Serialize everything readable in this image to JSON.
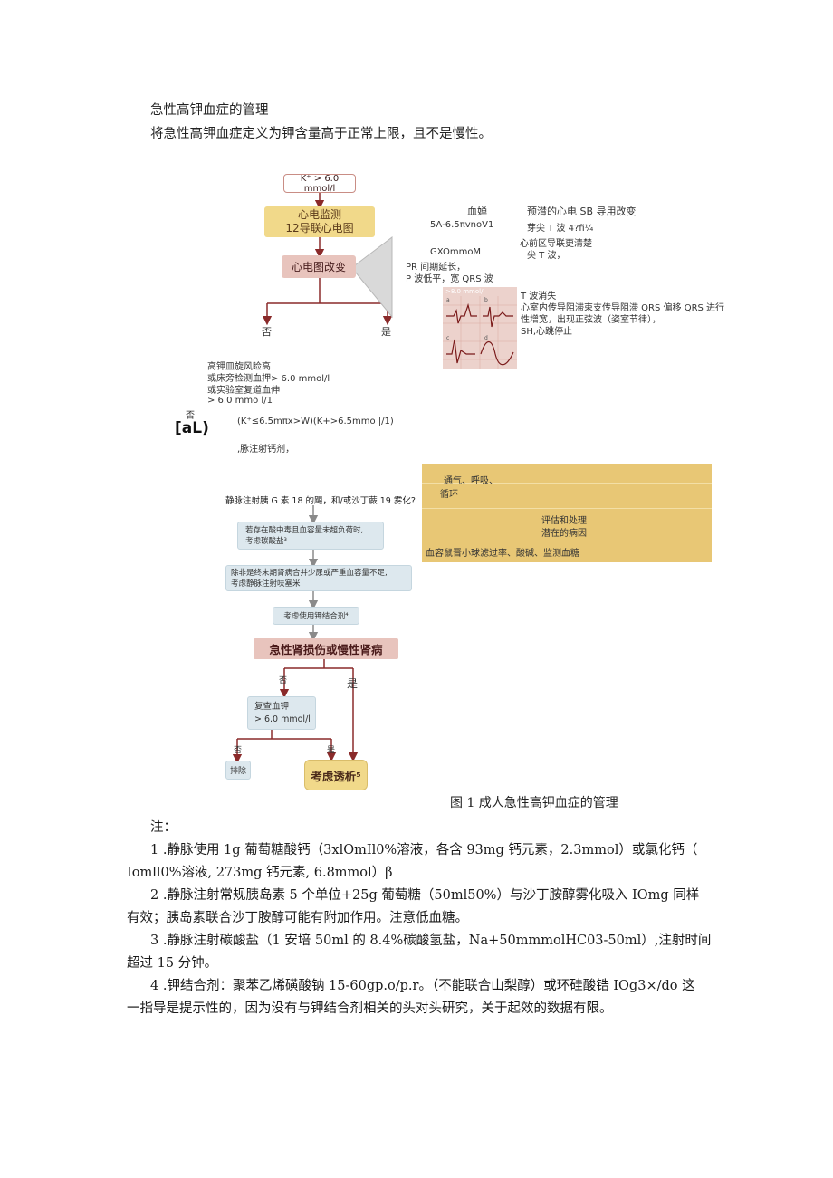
{
  "heading": "急性高钾血症的管理",
  "intro": "将急性高钾血症定义为钾含量高于正常上限，且不是慢性。",
  "flow_top": {
    "k_box": "K⁺ > 6.0 mmol/l",
    "monitor_line1": "心电监测",
    "monitor_line2": "12导联心电图",
    "ecg_change": "心电图改变",
    "no": "否",
    "yes": "是"
  },
  "ecg_panel": {
    "col_serum": "血婵",
    "col_change": "预潸的心电 SB 导用改变",
    "row1_serum": "5Λ-6.5πvnoV1",
    "row1_change": "芽尖 T 波 4?fi¼",
    "row2_change": "心前区导联更清楚",
    "row3_change": "尖 T 波，",
    "row4_serum": "GXOmmoM",
    "row5": "PR 间期延长，",
    "row6": "P 波低平，宽 QRS 波",
    "strip_label": ">8.0 mmol/l",
    "row7": "T 波消失",
    "row8": "心室内传导阻滞束支传导阻滞 QRS 偏移 QRS 进行",
    "row9": "性增宽，出现正弦波（姿室节律），",
    "row10": "SH,心跳停止"
  },
  "risk": {
    "line1": "高钾皿旋风睑高",
    "line2": "或床旁检测血押> 6.0 mmol/l",
    "line3": "或实验室复道血伸",
    "line4": "> 6.0 mmo l/1",
    "no": "否",
    "al": "[aL)",
    "k_range": "(K⁺≤6.5mπx>W)(K+>6.5mmo |/1)",
    "calcium": ",脉注射钙剂，"
  },
  "yellow_panel": {
    "line1": "通气、呼吸、",
    "line2": "循环",
    "line3": "评估和处理",
    "line4": "潜在的病因",
    "line5": "血容鼠晋小球滤过率、酸碱、监测血糖"
  },
  "flow_bottom": {
    "insulin": "静脉注射胰 G 素 18 的飓，和/或沙丁蕨 19 雾化?",
    "bicarb_line1": "若存在酸中毒且血容量未超负荷时,",
    "bicarb_line2": "考虑碳酸盐³",
    "loop_line1": "除非是终末期肾病合并少尿或严重血容量不足,",
    "loop_line2": "考虑静脉注射呋塞米",
    "binder": "考虑使用钾结合剂⁴",
    "aki": "急性肾损伤或慢性肾病",
    "no": "否",
    "yes": "是",
    "recheck_line1": "复查血钾",
    "recheck_line2": "> 6.0 mmol/l",
    "no2": "否",
    "yes2": "是",
    "exclude": "排除",
    "dialysis": "考虑透析⁵"
  },
  "caption": "图 1 成人急性高钾血症的管理",
  "notes": {
    "label": "注：",
    "n1a": "1  .静脉使用 1g 葡萄糖酸钙（3xlOmIl0%溶液，各含 93mg 钙元素，2.3mmol）或氯化钙（",
    "n1b": "Iomll0%溶液, 273mg 钙元素, 6.8mmol）β",
    "n2a": "2  .静脉注射常规胰岛素 5 个单位+25g 葡萄糖（50ml50%）与沙丁胺醇雾化吸入 IOmg 同样",
    "n2b": "有效；胰岛素联合沙丁胺醇可能有附加作用。注意低血糖。",
    "n3a": "3  .静脉注射碳酸盐（1 安培 50ml 的 8.4%碳酸氢盐，Na+50mmmolHC03-50ml）,注射时间",
    "n3b": "超过 15 分钟。",
    "n4a": "4  .钾结合剂：聚苯乙烯磺酸钠 15-60gp.o/p.r。（不能联合山梨醇）或环硅酸锆 IOg3×/do 这",
    "n4b": "一指导是提示性的，因为没有与钾结合剂相关的头对头研究，关于起效的数据有限。"
  },
  "colors": {
    "maroon": "#8a2a2a",
    "yellow_box": "#f1d98a",
    "pink_box": "#e8c4bd",
    "blue_box": "#dde8ee",
    "panel_yellow": "#e8c775",
    "ecg_bg": "#ecd2cc"
  }
}
